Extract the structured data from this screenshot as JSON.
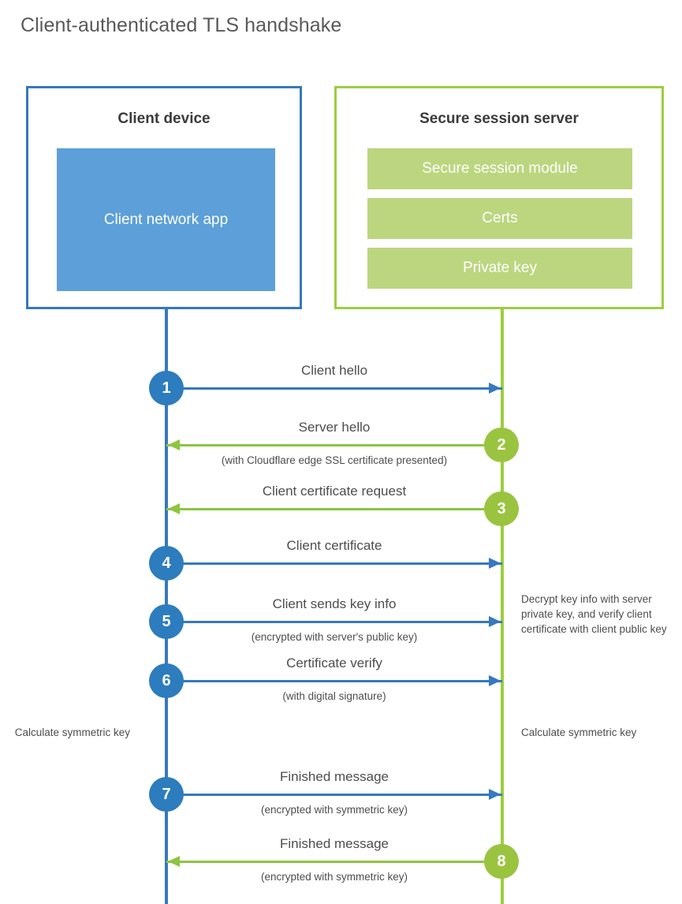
{
  "title": "Client-authenticated TLS handshake",
  "colors": {
    "client_blue": "#3778bf",
    "client_badge_blue": "#2d7cbd",
    "client_app_blue": "#5d9fd8",
    "server_green": "#9cce3f",
    "server_badge_green": "#9ac440",
    "server_bar_green": "#bcd67f",
    "arrow_green": "#8cc63f",
    "text_gray": "#4d4d4d"
  },
  "client": {
    "title": "Client device",
    "app_label": "Client network app"
  },
  "server": {
    "title": "Secure session server",
    "bars": [
      {
        "label": "Secure session module"
      },
      {
        "label": "Certs"
      },
      {
        "label": "Private key"
      }
    ]
  },
  "steps": [
    {
      "number": "1",
      "direction": "to-server",
      "label": "Client hello",
      "sub": ""
    },
    {
      "number": "2",
      "direction": "to-client",
      "label": "Server hello",
      "sub": "(with Cloudflare edge SSL certificate presented)"
    },
    {
      "number": "3",
      "direction": "to-client",
      "label": "Client certificate request",
      "sub": ""
    },
    {
      "number": "4",
      "direction": "to-server",
      "label": "Client certificate",
      "sub": ""
    },
    {
      "number": "5",
      "direction": "to-server",
      "label": "Client sends key info",
      "sub": "(encrypted with server's public key)"
    },
    {
      "number": "6",
      "direction": "to-server",
      "label": "Certificate verify",
      "sub": "(with digital signature)"
    },
    {
      "number": "7",
      "direction": "to-server",
      "label": "Finished message",
      "sub": "(encrypted with symmetric key)"
    },
    {
      "number": "8",
      "direction": "to-client",
      "label": "Finished message",
      "sub": "(encrypted with symmetric key)"
    }
  ],
  "notes": {
    "server_decrypt": "Decrypt key info with server private key, and verify client certificate with client public key",
    "client_calculate": "Calculate symmetric key",
    "server_calculate": "Calculate symmetric key"
  }
}
